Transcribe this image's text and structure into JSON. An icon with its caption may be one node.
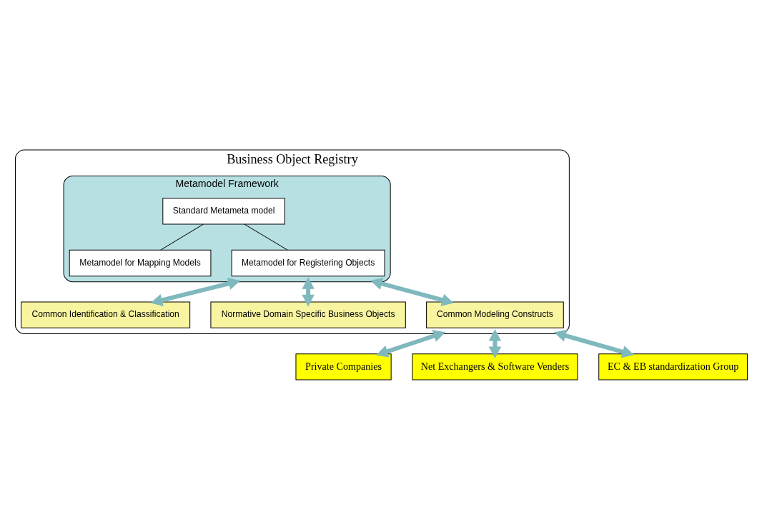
{
  "diagram": {
    "nodes": [
      {
        "text": [
          "Business Object Registry"
        ]
      },
      {
        "text": [
          "Metamodel Framework"
        ],
        "in": 0
      },
      {
        "text": [
          "Standard Metameta model"
        ],
        "in": 1
      },
      {
        "text": [
          "Metamodel for Mapping Models"
        ],
        "in": 1
      },
      {
        "text": [
          "Metamodel for Registering Objects"
        ],
        "in": 1
      },
      {
        "text": [
          "Common Identification & Classification"
        ],
        "in": 0
      },
      {
        "text": [
          "Normative Domain Specific Business Objects"
        ],
        "in": 0
      },
      {
        "text": [
          "Common Modeling Constructs"
        ],
        "in": 0
      },
      {
        "text": [
          "Private Companies"
        ]
      },
      {
        "text": [
          "Net Exchangers & Software Venders"
        ]
      },
      {
        "text": [
          "EC & EB standardization Group"
        ]
      }
    ],
    "edges": [
      {
        "from": 2,
        "to": 3,
        "arrow": "none",
        "color": "#000000"
      },
      {
        "from": 2,
        "to": 4,
        "arrow": "none",
        "color": "#000000"
      },
      {
        "from": 1,
        "to": 5,
        "arrow": "both"
      },
      {
        "from": 1,
        "to": 6,
        "arrow": "both"
      },
      {
        "from": 1,
        "to": 7,
        "arrow": "both"
      },
      {
        "from": 0,
        "to": 8,
        "arrow": "both"
      },
      {
        "from": 0,
        "to": 9,
        "arrow": "both"
      },
      {
        "from": 0,
        "to": 10,
        "arrow": "both"
      }
    ]
  }
}
